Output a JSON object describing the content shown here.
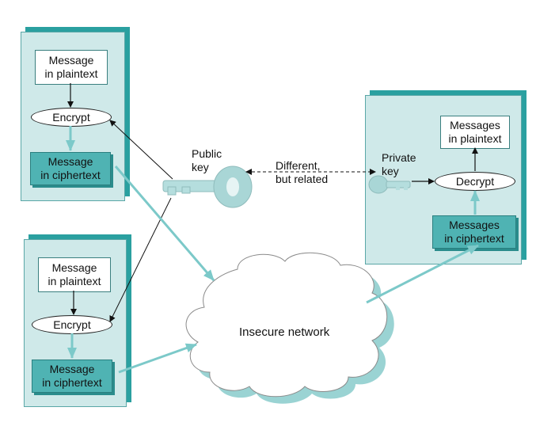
{
  "sender_top": {
    "plaintext": "Message\nin plaintext",
    "encrypt": "Encrypt",
    "ciphertext": "Message\nin ciphertext"
  },
  "sender_bottom": {
    "plaintext": "Message\nin plaintext",
    "encrypt": "Encrypt",
    "ciphertext": "Message\nin ciphertext"
  },
  "receiver": {
    "plaintext": "Messages\nin plaintext",
    "decrypt": "Decrypt",
    "ciphertext": "Messages\nin ciphertext",
    "private_key_label": "Private\nkey"
  },
  "public_key_label": "Public\nkey",
  "relation_label": "Different,\nbut related",
  "network_label": "Insecure network",
  "colors": {
    "panel": "#cfe9e9",
    "panel_shadow": "#2aa0a0",
    "cipher_box": "#4fb3b3",
    "flow_arrow": "#7cc9c9",
    "cloud_shadow": "#9ad3d3"
  },
  "icons": [
    "public-key-icon",
    "private-key-icon",
    "cloud-icon"
  ]
}
